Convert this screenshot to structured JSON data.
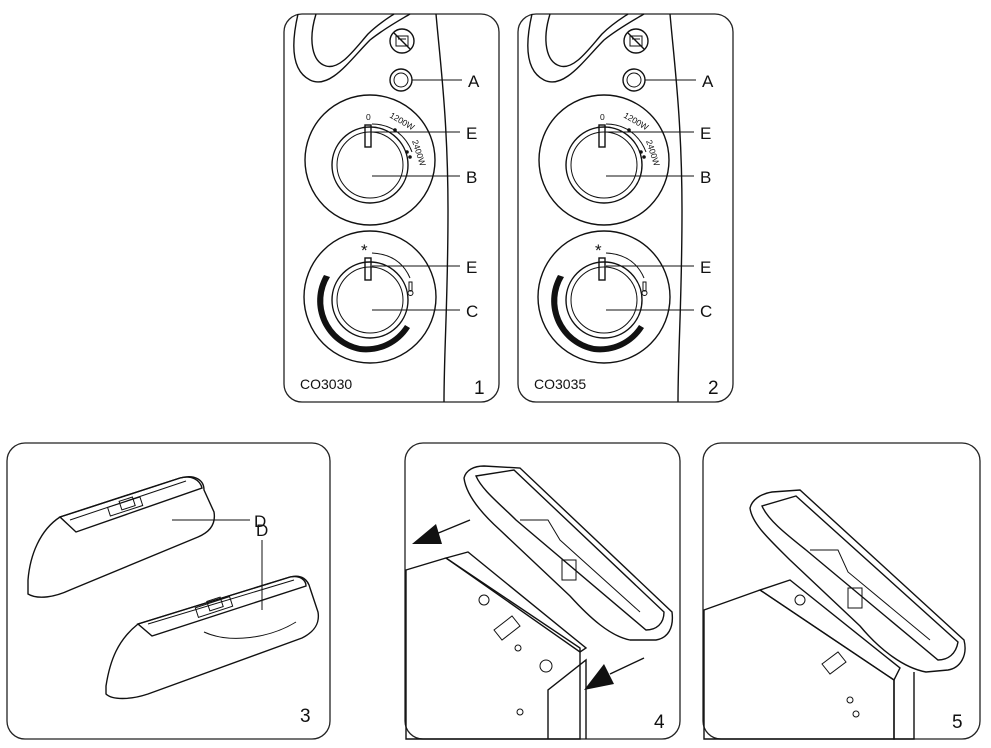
{
  "panel1": {
    "model": "CO3030",
    "number": "1",
    "labels": {
      "a": "A",
      "e_top": "E",
      "b": "B",
      "e_bottom": "E",
      "c": "C"
    },
    "dial_zero": "0",
    "power_low": "1200W",
    "power_high": "2400W",
    "thermo_snow": "*"
  },
  "panel2": {
    "model": "CO3035",
    "number": "2",
    "labels": {
      "a": "A",
      "e_top": "E",
      "b": "B",
      "e_bottom": "E",
      "c": "C"
    },
    "dial_zero": "0",
    "power_low": "1200W",
    "power_high": "2400W",
    "thermo_snow": "*"
  },
  "panel3": {
    "number": "3",
    "label_top": "D",
    "label_bottom": "D"
  },
  "panel4": {
    "number": "4"
  },
  "panel5": {
    "number": "5"
  },
  "icons": [
    "no-cover-icon",
    "indicator-light-icon",
    "thermometer-icon",
    "snowflake-icon",
    "arrow-icon"
  ]
}
